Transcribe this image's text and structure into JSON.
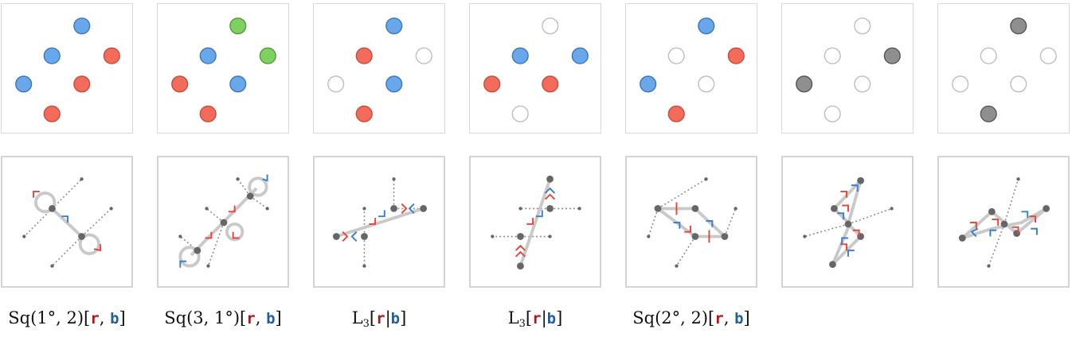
{
  "colors": {
    "red": "#f26b5b",
    "red_stroke": "#c8493a",
    "blue": "#68a7ea",
    "blue_stroke": "#3f75b8",
    "green": "#7ed160",
    "green_stroke": "#4f9a37",
    "gray": "#8f8f8f",
    "gray_stroke": "#555555",
    "empty_stroke": "#bdbdbd",
    "marker_red": "#e8463a",
    "marker_blue": "#3a7fd0",
    "edge_gray": "#c9c9c9",
    "dot_gray": "#666666",
    "dotted_gray": "#8a8a8a"
  },
  "columns": [
    {
      "nodes": [
        "blue",
        "blue",
        "red",
        "blue",
        "red",
        "red"
      ],
      "caption": {
        "pre": "Sq(1°, 2)[",
        "a": "r",
        "sep": ", ",
        "b": "b",
        "post": "]"
      }
    },
    {
      "nodes": [
        "green",
        "blue",
        "green",
        "red",
        "blue",
        "red"
      ],
      "caption": {
        "pre": "Sq(3, 1°)[",
        "a": "r",
        "sep": ", ",
        "b": "b",
        "post": "]"
      }
    },
    {
      "nodes": [
        "blue",
        "red",
        "empty",
        "empty",
        "blue",
        "red"
      ],
      "caption": {
        "pre": "L",
        "sub": "3",
        "mid": "[",
        "a": "r",
        "sep": "|",
        "b": "b",
        "post": "]"
      }
    },
    {
      "nodes": [
        "empty",
        "blue",
        "blue",
        "red",
        "red",
        "empty"
      ],
      "caption": {
        "pre": "L",
        "sub": "3",
        "mid": "[",
        "a": "r",
        "sep": "|",
        "b": "b",
        "post": "]"
      }
    },
    {
      "nodes": [
        "blue",
        "empty",
        "red",
        "blue",
        "empty",
        "red"
      ],
      "caption": {
        "pre": "Sq(2°, 2)[",
        "a": "r",
        "sep": ", ",
        "b": "b",
        "post": "]"
      }
    },
    {
      "nodes": [
        "empty",
        "empty",
        "gray",
        "gray",
        "empty",
        "empty"
      ],
      "caption": null
    },
    {
      "nodes": [
        "gray",
        "empty",
        "empty",
        "empty",
        "empty",
        "gray"
      ],
      "caption": null
    }
  ]
}
